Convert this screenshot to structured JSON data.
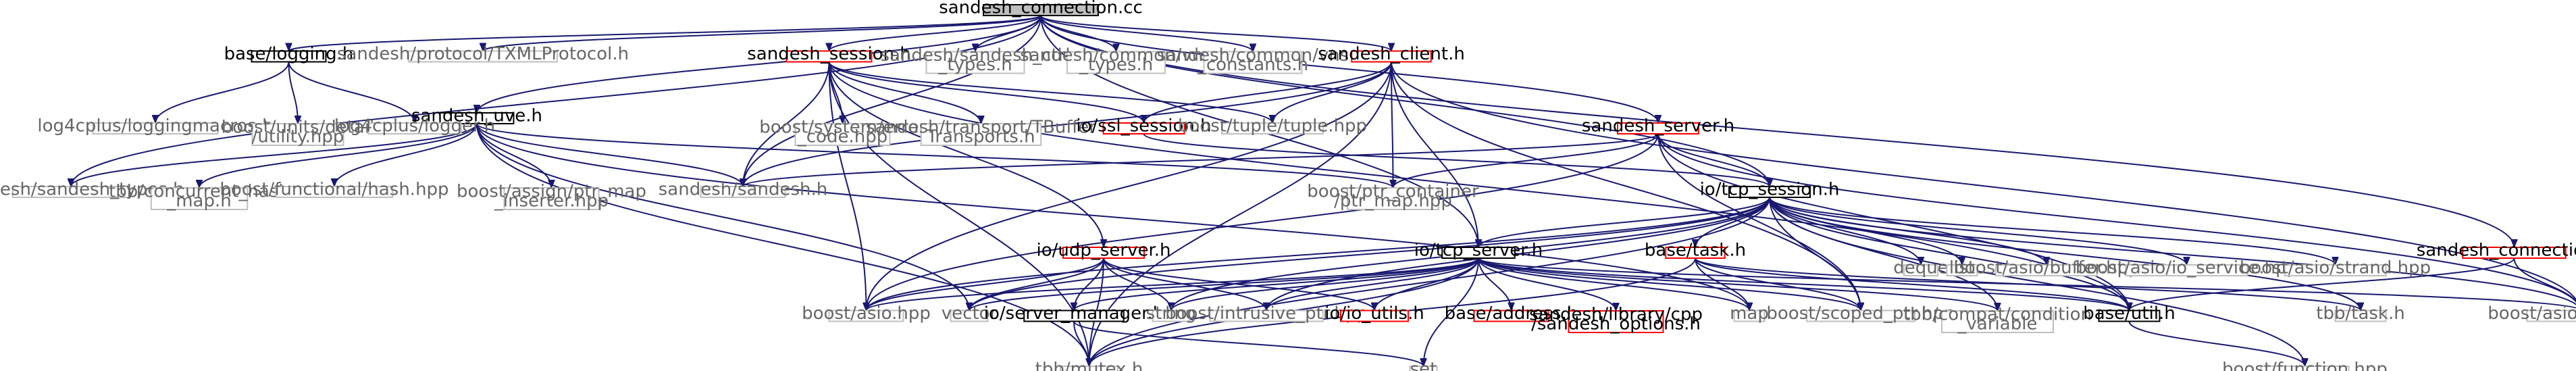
{
  "graph": {
    "colors": {
      "edge": "#191970",
      "red_border": "#ff0000",
      "gray_border": "#bfbfbf",
      "root_fill": "#bfbfbf",
      "gray_text": "#666666"
    },
    "nodes": [
      {
        "id": "sandesh_connection_cc",
        "lines": [
          "sandesh_connection.cc"
        ],
        "style": "root"
      },
      {
        "id": "base_logging_h",
        "lines": [
          "base/logging.h"
        ],
        "style": "black"
      },
      {
        "id": "sandesh_protocol_txml",
        "lines": [
          "sandesh/protocol/TXMLProtocol.h"
        ],
        "style": "gray"
      },
      {
        "id": "sandesh_session_h",
        "lines": [
          "sandesh_session.h"
        ],
        "style": "red"
      },
      {
        "id": "sandesh_sandesh_ctrl_types",
        "lines": [
          "sandesh/sandesh_ctrl",
          "_types.h"
        ],
        "style": "gray"
      },
      {
        "id": "sandesh_common_vns_types",
        "lines": [
          "sandesh/common/vns",
          "_types.h"
        ],
        "style": "gray"
      },
      {
        "id": "sandesh_common_vns_constants",
        "lines": [
          "sandesh/common/vns",
          "_constants.h"
        ],
        "style": "gray"
      },
      {
        "id": "sandesh_client_h",
        "lines": [
          "sandesh_client.h"
        ],
        "style": "red"
      },
      {
        "id": "sandesh_uve_h",
        "lines": [
          "sandesh_uve.h"
        ],
        "style": "black"
      },
      {
        "id": "log4cplus_loggingmacros",
        "lines": [
          "log4cplus/loggingmacros.h"
        ],
        "style": "gray"
      },
      {
        "id": "boost_units_detail_utility",
        "lines": [
          "boost/units/detail",
          "/utility.hpp"
        ],
        "style": "gray"
      },
      {
        "id": "log4cplus_logger",
        "lines": [
          "log4cplus/logger.h"
        ],
        "style": "gray"
      },
      {
        "id": "boost_system_error_code",
        "lines": [
          "boost/system/error",
          "_code.hpp"
        ],
        "style": "gray"
      },
      {
        "id": "sandesh_transport_tbuffer",
        "lines": [
          "sandesh/transport/TBuffer",
          "Transports.h"
        ],
        "style": "gray"
      },
      {
        "id": "io_ssl_session_h",
        "lines": [
          "io/ssl_session.h"
        ],
        "style": "red"
      },
      {
        "id": "boost_tuple",
        "lines": [
          "boost/tuple/tuple.hpp"
        ],
        "style": "gray"
      },
      {
        "id": "sandesh_server_h",
        "lines": [
          "sandesh_server.h"
        ],
        "style": "red"
      },
      {
        "id": "sandesh_sandesh_types_h",
        "lines": [
          "sandesh/sandesh_types.h"
        ],
        "style": "gray"
      },
      {
        "id": "tbb_concurrent_hash_map",
        "lines": [
          "tbb/concurrent_hash",
          "_map.h"
        ],
        "style": "gray"
      },
      {
        "id": "boost_functional_hash",
        "lines": [
          "boost/functional/hash.hpp"
        ],
        "style": "gray"
      },
      {
        "id": "boost_assign_ptr_map_inserter",
        "lines": [
          "boost/assign/ptr_map",
          "_inserter.hpp"
        ],
        "style": "gray"
      },
      {
        "id": "sandesh_sandesh_h",
        "lines": [
          "sandesh/sandesh.h"
        ],
        "style": "gray"
      },
      {
        "id": "boost_ptr_container_ptr_map",
        "lines": [
          "boost/ptr_container",
          "/ptr_map.hpp"
        ],
        "style": "gray"
      },
      {
        "id": "io_tcp_session_h",
        "lines": [
          "io/tcp_session.h"
        ],
        "style": "black"
      },
      {
        "id": "io_udp_server_h",
        "lines": [
          "io/udp_server.h"
        ],
        "style": "red"
      },
      {
        "id": "io_tcp_server_h",
        "lines": [
          "io/tcp_server.h"
        ],
        "style": "black"
      },
      {
        "id": "base_task_h",
        "lines": [
          "base/task.h"
        ],
        "style": "red"
      },
      {
        "id": "deque",
        "lines": [
          "deque"
        ],
        "style": "gray"
      },
      {
        "id": "list",
        "lines": [
          "list"
        ],
        "style": "gray"
      },
      {
        "id": "boost_asio_buffer",
        "lines": [
          "boost/asio/buffer.hpp"
        ],
        "style": "gray"
      },
      {
        "id": "boost_asio_io_service",
        "lines": [
          "boost/asio/io_service.hpp"
        ],
        "style": "gray"
      },
      {
        "id": "boost_asio_strand",
        "lines": [
          "boost/asio/strand.hpp"
        ],
        "style": "gray"
      },
      {
        "id": "sandesh_connection_h",
        "lines": [
          "sandesh_connection.h"
        ],
        "style": "red"
      },
      {
        "id": "boost_asio_hpp",
        "lines": [
          "boost/asio.hpp"
        ],
        "style": "gray"
      },
      {
        "id": "vector",
        "lines": [
          "vector"
        ],
        "style": "gray"
      },
      {
        "id": "io_server_manager_h",
        "lines": [
          "io/server_manager.h"
        ],
        "style": "black"
      },
      {
        "id": "string",
        "lines": [
          "string"
        ],
        "style": "gray"
      },
      {
        "id": "boost_intrusive_ptr",
        "lines": [
          "boost/intrusive_ptr.hpp"
        ],
        "style": "gray"
      },
      {
        "id": "io_io_utils_h",
        "lines": [
          "io/io_utils.h"
        ],
        "style": "red"
      },
      {
        "id": "base_address_h",
        "lines": [
          "base/address.h"
        ],
        "style": "red"
      },
      {
        "id": "sandesh_library_cpp_options",
        "lines": [
          "sandesh/library/cpp",
          "/sandesh_options.h"
        ],
        "style": "red"
      },
      {
        "id": "map",
        "lines": [
          "map"
        ],
        "style": "gray"
      },
      {
        "id": "boost_scoped_ptr",
        "lines": [
          "boost/scoped_ptr.hpp"
        ],
        "style": "gray"
      },
      {
        "id": "tbb_compat_condition_variable",
        "lines": [
          "tbb/compat/condition",
          "_variable"
        ],
        "style": "gray"
      },
      {
        "id": "base_util_h",
        "lines": [
          "base/util.h"
        ],
        "style": "black"
      },
      {
        "id": "tbb_task_h",
        "lines": [
          "tbb/task.h"
        ],
        "style": "gray"
      },
      {
        "id": "boost_asio_ip_tcp",
        "lines": [
          "boost/asio/ip/tcp.hpp"
        ],
        "style": "gray"
      },
      {
        "id": "tbb_mutex_h",
        "lines": [
          "tbb/mutex.h"
        ],
        "style": "gray"
      },
      {
        "id": "set",
        "lines": [
          "set"
        ],
        "style": "gray"
      },
      {
        "id": "boost_function",
        "lines": [
          "boost/function.hpp"
        ],
        "style": "gray"
      }
    ],
    "edges": [
      [
        "sandesh_connection_cc",
        "base_logging_h"
      ],
      [
        "sandesh_connection_cc",
        "sandesh_protocol_txml"
      ],
      [
        "sandesh_connection_cc",
        "sandesh_session_h"
      ],
      [
        "sandesh_connection_cc",
        "sandesh_sandesh_ctrl_types"
      ],
      [
        "sandesh_connection_cc",
        "sandesh_common_vns_types"
      ],
      [
        "sandesh_connection_cc",
        "sandesh_common_vns_constants"
      ],
      [
        "sandesh_connection_cc",
        "sandesh_client_h"
      ],
      [
        "sandesh_connection_cc",
        "sandesh_uve_h"
      ],
      [
        "sandesh_connection_cc",
        "sandesh_server_h"
      ],
      [
        "sandesh_connection_cc",
        "io_tcp_session_h"
      ],
      [
        "sandesh_connection_cc",
        "io_tcp_server_h"
      ],
      [
        "sandesh_connection_cc",
        "sandesh_connection_h"
      ],
      [
        "sandesh_connection_cc",
        "sandesh_sandesh_h"
      ],
      [
        "sandesh_connection_cc",
        "sandesh_sandesh_types_h"
      ],
      [
        "base_logging_h",
        "log4cplus_loggingmacros"
      ],
      [
        "base_logging_h",
        "boost_units_detail_utility"
      ],
      [
        "base_logging_h",
        "log4cplus_logger"
      ],
      [
        "sandesh_session_h",
        "boost_system_error_code"
      ],
      [
        "sandesh_session_h",
        "sandesh_transport_tbuffer"
      ],
      [
        "sandesh_session_h",
        "io_ssl_session_h"
      ],
      [
        "sandesh_session_h",
        "boost_tuple"
      ],
      [
        "sandesh_session_h",
        "sandesh_sandesh_h"
      ],
      [
        "sandesh_session_h",
        "io_udp_server_h"
      ],
      [
        "sandesh_session_h",
        "boost_asio_hpp"
      ],
      [
        "sandesh_session_h",
        "tbb_mutex_h"
      ],
      [
        "sandesh_session_h",
        "base_util_h"
      ],
      [
        "sandesh_client_h",
        "io_ssl_session_h"
      ],
      [
        "sandesh_client_h",
        "boost_tuple"
      ],
      [
        "sandesh_client_h",
        "boost_ptr_container_ptr_map"
      ],
      [
        "sandesh_client_h",
        "io_tcp_server_h"
      ],
      [
        "sandesh_client_h",
        "sandesh_sandesh_h"
      ],
      [
        "sandesh_client_h",
        "boost_asio_hpp"
      ],
      [
        "sandesh_client_h",
        "boost_scoped_ptr"
      ],
      [
        "sandesh_client_h",
        "tbb_mutex_h"
      ],
      [
        "sandesh_client_h",
        "boost_asio_ip_tcp"
      ],
      [
        "sandesh_uve_h",
        "sandesh_sandesh_types_h"
      ],
      [
        "sandesh_uve_h",
        "tbb_concurrent_hash_map"
      ],
      [
        "sandesh_uve_h",
        "boost_functional_hash"
      ],
      [
        "sandesh_uve_h",
        "boost_assign_ptr_map_inserter"
      ],
      [
        "sandesh_uve_h",
        "sandesh_sandesh_h"
      ],
      [
        "sandesh_uve_h",
        "boost_ptr_container_ptr_map"
      ],
      [
        "sandesh_uve_h",
        "vector"
      ],
      [
        "sandesh_uve_h",
        "map"
      ],
      [
        "sandesh_uve_h",
        "tbb_mutex_h"
      ],
      [
        "io_ssl_session_h",
        "io_tcp_session_h"
      ],
      [
        "sandesh_server_h",
        "io_tcp_session_h"
      ],
      [
        "sandesh_server_h",
        "boost_ptr_container_ptr_map"
      ],
      [
        "sandesh_server_h",
        "sandesh_sandesh_h"
      ],
      [
        "sandesh_server_h",
        "boost_scoped_ptr"
      ],
      [
        "sandesh_server_h",
        "boost_asio_ip_tcp"
      ],
      [
        "sandesh_server_h",
        "base_util_h"
      ],
      [
        "sandesh_server_h",
        "boost_asio_hpp"
      ],
      [
        "io_tcp_session_h",
        "deque"
      ],
      [
        "io_tcp_session_h",
        "list"
      ],
      [
        "io_tcp_session_h",
        "boost_asio_buffer"
      ],
      [
        "io_tcp_session_h",
        "boost_asio_io_service"
      ],
      [
        "io_tcp_session_h",
        "boost_asio_strand"
      ],
      [
        "io_tcp_session_h",
        "boost_asio_ip_tcp"
      ],
      [
        "io_tcp_session_h",
        "tbb_task_h"
      ],
      [
        "io_tcp_session_h",
        "io_tcp_server_h"
      ],
      [
        "io_tcp_session_h",
        "base_task_h"
      ],
      [
        "io_tcp_session_h",
        "boost_asio_hpp"
      ],
      [
        "io_tcp_session_h",
        "vector"
      ],
      [
        "io_tcp_session_h",
        "string"
      ],
      [
        "io_tcp_session_h",
        "boost_intrusive_ptr"
      ],
      [
        "io_tcp_session_h",
        "boost_scoped_ptr"
      ],
      [
        "io_tcp_session_h",
        "tbb_compat_condition_variable"
      ],
      [
        "io_tcp_session_h",
        "base_util_h"
      ],
      [
        "io_tcp_session_h",
        "tbb_mutex_h"
      ],
      [
        "io_tcp_session_h",
        "boost_function"
      ],
      [
        "io_udp_server_h",
        "boost_asio_hpp"
      ],
      [
        "io_udp_server_h",
        "vector"
      ],
      [
        "io_udp_server_h",
        "io_server_manager_h"
      ],
      [
        "io_udp_server_h",
        "string"
      ],
      [
        "io_udp_server_h",
        "boost_intrusive_ptr"
      ],
      [
        "io_udp_server_h",
        "io_io_utils_h"
      ],
      [
        "io_udp_server_h",
        "tbb_mutex_h"
      ],
      [
        "io_tcp_server_h",
        "boost_asio_hpp"
      ],
      [
        "io_tcp_server_h",
        "vector"
      ],
      [
        "io_tcp_server_h",
        "io_server_manager_h"
      ],
      [
        "io_tcp_server_h",
        "string"
      ],
      [
        "io_tcp_server_h",
        "boost_intrusive_ptr"
      ],
      [
        "io_tcp_server_h",
        "io_io_utils_h"
      ],
      [
        "io_tcp_server_h",
        "base_address_h"
      ],
      [
        "io_tcp_server_h",
        "sandesh_library_cpp_options"
      ],
      [
        "io_tcp_server_h",
        "map"
      ],
      [
        "io_tcp_server_h",
        "boost_scoped_ptr"
      ],
      [
        "io_tcp_server_h",
        "tbb_compat_condition_variable"
      ],
      [
        "io_tcp_server_h",
        "base_util_h"
      ],
      [
        "io_tcp_server_h",
        "tbb_mutex_h"
      ],
      [
        "io_tcp_server_h",
        "set"
      ],
      [
        "io_tcp_server_h",
        "boost_asio_ip_tcp"
      ],
      [
        "base_task_h",
        "map"
      ],
      [
        "base_task_h",
        "boost_scoped_ptr"
      ],
      [
        "base_task_h",
        "base_util_h"
      ],
      [
        "base_task_h",
        "tbb_task_h"
      ],
      [
        "base_task_h",
        "tbb_mutex_h"
      ],
      [
        "sandesh_connection_h",
        "base_util_h"
      ],
      [
        "sandesh_connection_h",
        "boost_asio_ip_tcp"
      ],
      [
        "io_server_manager_h",
        "tbb_mutex_h"
      ],
      [
        "io_server_manager_h",
        "set"
      ],
      [
        "base_util_h",
        "boost_function"
      ]
    ]
  }
}
